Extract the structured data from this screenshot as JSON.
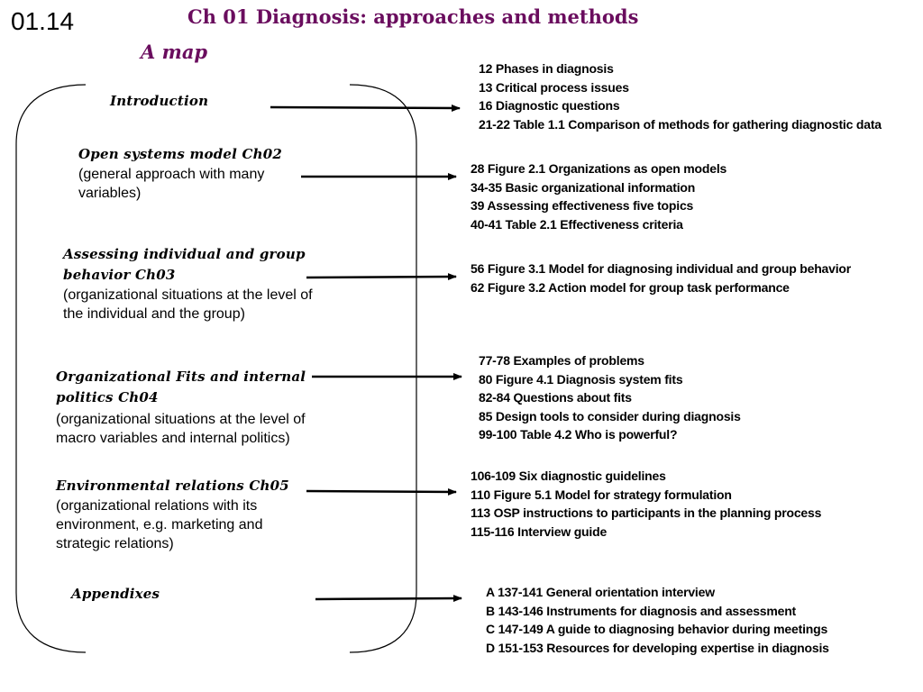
{
  "slide_number": "01.14",
  "title": "Ch 01  Diagnosis: approaches and methods",
  "subtitle": "A map",
  "sections": [
    {
      "title": "Introduction",
      "description": "",
      "references": [
        "12 Phases in diagnosis",
        "13 Critical process issues",
        "16 Diagnostic questions",
        "21-22 Table 1.1 Comparison of methods for gathering diagnostic data"
      ]
    },
    {
      "title": "Open systems model Ch02",
      "description": "(general approach with many variables)",
      "references": [
        "28 Figure 2.1 Organizations as open models",
        "34-35 Basic organizational information",
        "39 Assessing effectiveness five topics",
        "40-41 Table 2.1 Effectiveness criteria"
      ]
    },
    {
      "title": "Assessing individual and group behavior Ch03",
      "description": "(organizational situations at the level of the individual and the group)",
      "references": [
        "56 Figure 3.1 Model for diagnosing individual and group behavior",
        "62 Figure 3.2 Action model for group task performance"
      ]
    },
    {
      "title": "Organizational Fits and internal politics Ch04",
      "description": "(organizational situations at the level of macro variables and internal politics)",
      "references": [
        "77-78 Examples of problems",
        "80 Figure 4.1 Diagnosis system fits",
        "82-84 Questions about fits",
        "85 Design tools to consider during diagnosis",
        "99-100 Table 4.2 Who is powerful?"
      ]
    },
    {
      "title": "Environmental relations Ch05",
      "description": "(organizational relations with its environment, e.g. marketing and strategic relations)",
      "references": [
        "106-109 Six diagnostic guidelines",
        "110 Figure 5.1 Model for strategy formulation",
        "113 OSP instructions to participants in the planning process",
        "115-116 Interview guide"
      ]
    },
    {
      "title": "Appendixes",
      "description": "",
      "references": [
        "A 137-141 General orientation interview",
        "B 143-146 Instruments for diagnosis and assessment",
        "C 147-149 A guide to diagnosing behavior during meetings",
        "D 151-153 Resources for developing expertise in diagnosis"
      ]
    }
  ],
  "colors": {
    "title": "#6a0d5e",
    "text": "#000000",
    "lines": "#000000"
  }
}
